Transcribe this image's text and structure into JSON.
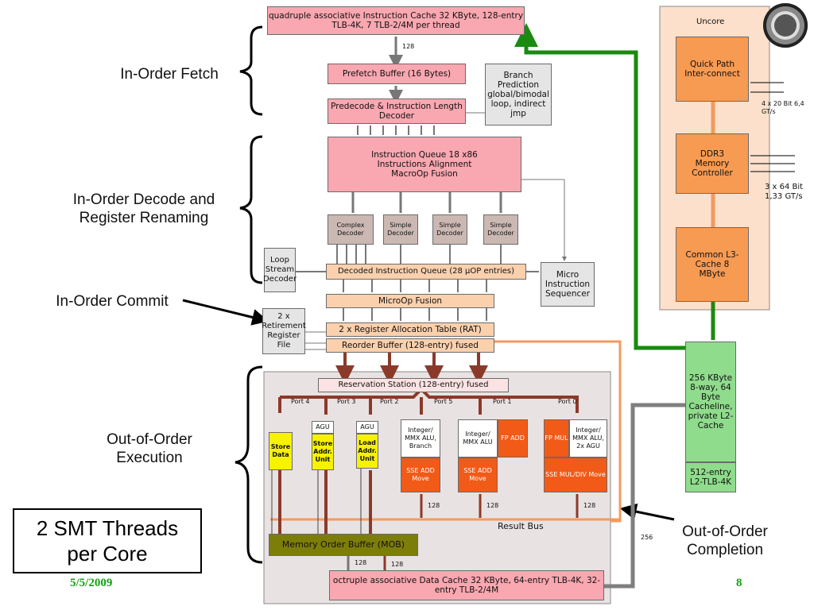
{
  "labels": {
    "in_order_fetch": "In-Order Fetch",
    "in_order_decode": "In-Order Decode and Register Renaming",
    "in_order_commit": "In-Order Commit",
    "out_of_order_execution": "Out-of-Order Execution",
    "out_of_order_completion": "Out-of-Order Completion",
    "smt": "2 SMT Threads per Core"
  },
  "footer": {
    "date": "5/5/2009",
    "page": "8"
  },
  "colors": {
    "pink": "#f9a7b0",
    "peach": "#fbd0ad",
    "orange": "#f79a52",
    "red": "#f25a18",
    "green_bus": "#1a8a10",
    "green_cache": "#8fdc8c",
    "olive": "#7d7d0a",
    "brown": "#8b3a2a",
    "date_green": "#16a016"
  },
  "diagram": {
    "icache": "quadruple associative Instruction Cache 32 KByte, 128-entry TLB-4K, 7 TLB-2/4M per thread",
    "bus_128": "128",
    "bus_256": "256",
    "prefetch": "Prefetch Buffer (16 Bytes)",
    "branch": "Branch Prediction global/bimodal loop, indirect jmp",
    "predecode": "Predecode & Instruction Length Decoder",
    "iqueue": "Instruction Queue 18 x86 Instructions Alignment MacroOp Fusion",
    "complex_decoder": "Complex Decoder",
    "simple_decoder": "Simple Decoder",
    "loop_stream": "Loop Stream Decoder",
    "decoded_queue": "Decoded Instruction Queue (28 µOP entries)",
    "micro_seq": "Micro Instruction Sequencer",
    "microop_fusion": "MicroOp Fusion",
    "retirement": "2 x Retirement Register File",
    "rat": "2 x Register Allocation Table (RAT)",
    "rob": "Reorder Buffer (128-entry) fused",
    "reservation": "Reservation Station (128-entry) fused",
    "ports": [
      "Port 4",
      "Port 3",
      "Port 2",
      "Port 5",
      "Port 1",
      "Port 0"
    ],
    "store_data": "Store Data",
    "agu": "AGU",
    "store_addr": "Store Addr. Unit",
    "load_addr": "Load Addr. Unit",
    "int_branch": "Integer/ MMX ALU, Branch",
    "int_alu": "Integer/ MMX ALU",
    "int_agu": "Integer/ MMX ALU, 2x AGU",
    "fp_add": "FP ADD",
    "fp_mul": "FP MUL",
    "sse_add": "SSE ADD Move",
    "sse_mul": "SSE MUL/DIV Move",
    "result_bus": "Result Bus",
    "mob": "Memory Order Buffer (MOB)",
    "dcache": "octruple associative Data Cache 32 KByte, 64-entry TLB-4K, 32-entry TLB-2/4M",
    "uncore": "Uncore",
    "qpi": "Quick Path Inter-connect",
    "qpi_spec": "4 x 20 Bit 6,4 GT/s",
    "ddr3": "DDR3 Memory Controller",
    "ddr3_spec": "3 x 64 Bit 1,33 GT/s",
    "l3": "Common L3-Cache 8 MByte",
    "l2": "256 KByte 8-way, 64 Byte Cacheline, private L2-Cache",
    "l2tlb": "512-entry L2-TLB-4K"
  }
}
